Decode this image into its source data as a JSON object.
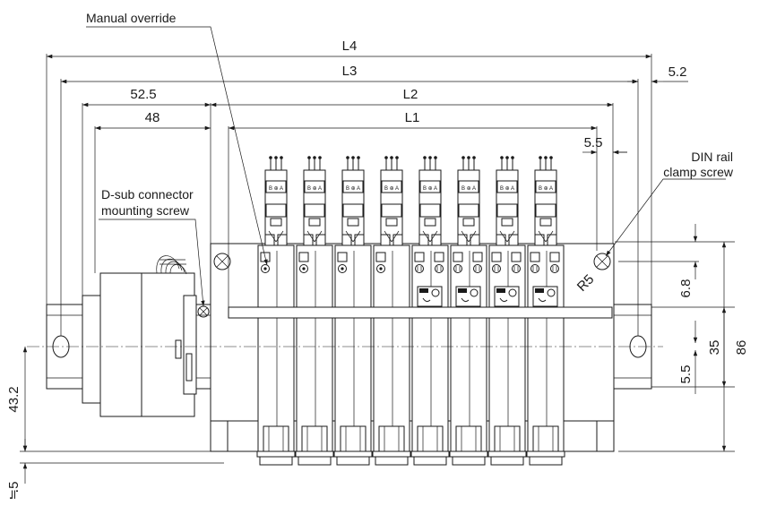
{
  "callouts": {
    "manual_override": "Manual override",
    "din_rail_line1": "DIN rail",
    "din_rail_line2": "clamp screw",
    "dsub_line1": "D-sub connector",
    "dsub_line2": "mounting screw"
  },
  "dimensions": {
    "l4": "L4",
    "l3": "L3",
    "l2": "L2",
    "l1": "L1",
    "d52_5": "52.5",
    "d48": "48",
    "d5_2": "5.2",
    "d5_5_top": "5.5",
    "r5": "R5",
    "d6_8": "6.8",
    "d35": "35",
    "d86": "86",
    "d5_5_side": "5.5",
    "d43_2": "43.2",
    "d5_approx": "≒5"
  },
  "valve_count": 8,
  "connector_label": "B ⊕ A"
}
